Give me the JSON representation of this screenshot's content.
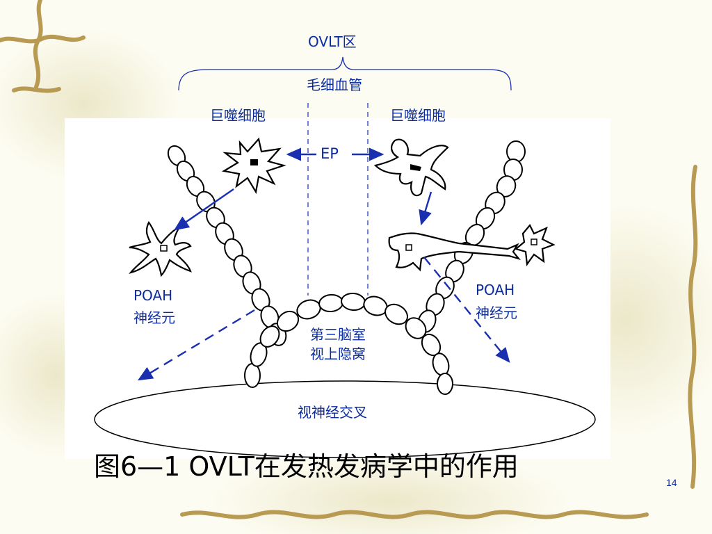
{
  "slide": {
    "caption": "图6—1  OVLT在发热发病学中的作用",
    "page_number": "14"
  },
  "diagram": {
    "ovlt_label": "OVLT区",
    "capillary_label": "毛细血管",
    "macrophage_left_label": "巨噬细胞",
    "macrophage_right_label": "巨噬细胞",
    "ep_label": "EP",
    "poah_left_title": "POAH",
    "poah_left_sub": "神经元",
    "poah_right_title": "POAH",
    "poah_right_sub": "神经元",
    "ventricle_line1": "第三脑室",
    "ventricle_line2": "视上隐窝",
    "chiasm_label": "视神经交叉"
  },
  "colors": {
    "label_blue": "#0b2c9e",
    "arrow_blue": "#1a2fb0",
    "vine_brown": "#b89a52",
    "background": "#fdfcf2"
  }
}
